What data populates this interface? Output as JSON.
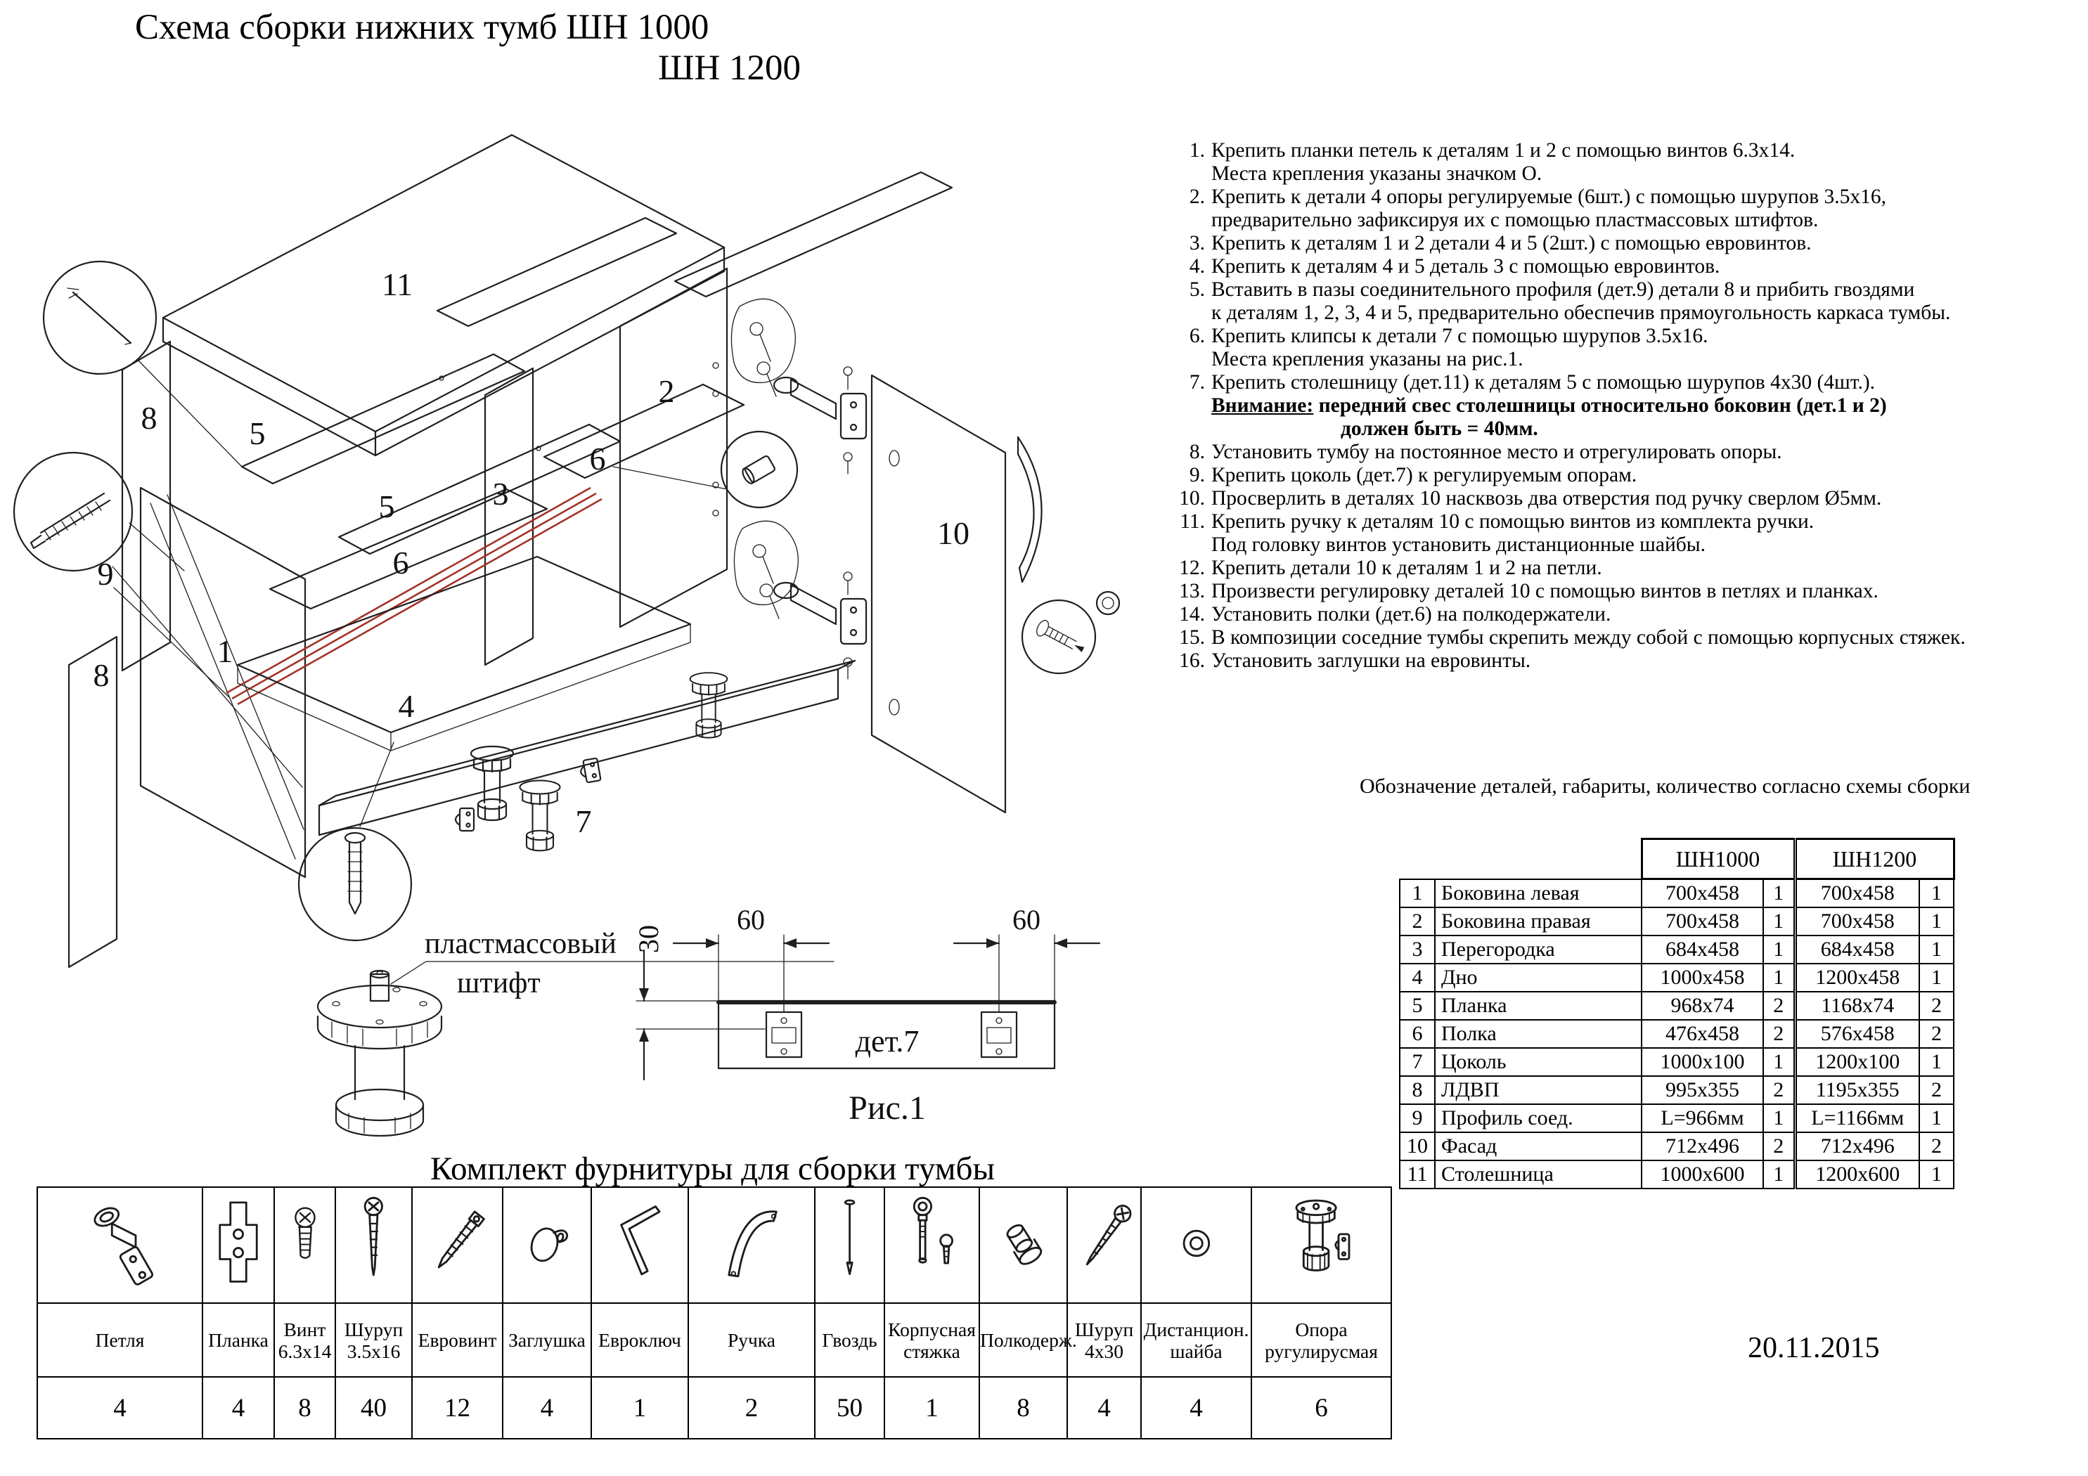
{
  "title": {
    "line1": "Схема сборки нижних тумб ШН 1000",
    "line2": "ШН 1200"
  },
  "date": "20.11.2015",
  "instructions": [
    {
      "num": "1.",
      "lines": [
        "Крепить планки петель к деталям 1 и 2 с помощью винтов 6.3х14.",
        "Места крепления указаны значком О."
      ]
    },
    {
      "num": "2.",
      "lines": [
        "Крепить к детали 4 опоры регулируемые (6шт.) с помощью шурупов 3.5х16,",
        "предварительно зафиксируя их с помощью пластмассовых штифтов."
      ]
    },
    {
      "num": "3.",
      "lines": [
        "Крепить к деталям 1 и 2 детали 4 и 5 (2шт.) с помощью евровинтов."
      ]
    },
    {
      "num": "4.",
      "lines": [
        "Крепить к деталям 4 и 5 деталь 3 с помощью евровинтов."
      ]
    },
    {
      "num": "5.",
      "lines": [
        "Вставить в пазы соединительного профиля (дет.9) детали 8 и прибить гвоздями",
        "к деталям 1, 2, 3, 4 и 5, предварительно обеспечив прямоугольность каркаса тумбы."
      ]
    },
    {
      "num": "6.",
      "lines": [
        "Крепить клипсы к детали 7 с помощью шурупов 3.5х16.",
        "Места крепления указаны на рис.1."
      ]
    },
    {
      "num": "7.",
      "lines": [
        "Крепить столешницу (дет.11) к деталям 5 с помощью шурупов 4х30 (4шт.)."
      ],
      "warn": {
        "label": "Внимание:",
        "rest": " передний свес столешницы относительно боковин (дет.1 и 2)",
        "line2": "должен быть = 40мм."
      }
    },
    {
      "num": "8.",
      "lines": [
        "Установить тумбу на постоянное место и отрегулировать опоры."
      ]
    },
    {
      "num": "9.",
      "lines": [
        "Крепить цоколь (дет.7) к регулируемым опорам."
      ]
    },
    {
      "num": "10.",
      "lines": [
        "Просверлить в деталях 10 насквозь два отверстия под ручку сверлом Ø5мм."
      ]
    },
    {
      "num": "11.",
      "lines": [
        "Крепить ручку к деталям 10 с помощью винтов из комплекта ручки.",
        "Под головку винтов установить дистанционные шайбы."
      ]
    },
    {
      "num": "12.",
      "lines": [
        "Крепить детали 10 к деталям 1 и 2 на петли."
      ]
    },
    {
      "num": "13.",
      "lines": [
        "Произвести регулировку деталей 10 с помощью винтов в петлях и планках."
      ]
    },
    {
      "num": "14.",
      "lines": [
        "Установить полки (дет.6) на полкодержатели."
      ]
    },
    {
      "num": "15.",
      "lines": [
        "В композиции соседние тумбы скрепить между собой с помощью корпусных  стяжек."
      ]
    },
    {
      "num": "16.",
      "lines": [
        "Установить заглушки на евровинты."
      ]
    }
  ],
  "parts_table": {
    "caption": "Обозначение деталей, габариты, количество согласно схемы сборки",
    "col_headers": [
      "ШН1000",
      "ШН1200"
    ],
    "rows": [
      {
        "num": "1",
        "name": "Боковина левая",
        "size1": "700х458",
        "qty1": "1",
        "size2": "700х458",
        "qty2": "1"
      },
      {
        "num": "2",
        "name": "Боковина правая",
        "size1": "700х458",
        "qty1": "1",
        "size2": "700х458",
        "qty2": "1"
      },
      {
        "num": "3",
        "name": "Перегородка",
        "size1": "684х458",
        "qty1": "1",
        "size2": "684х458",
        "qty2": "1"
      },
      {
        "num": "4",
        "name": "Дно",
        "size1": "1000х458",
        "qty1": "1",
        "size2": "1200х458",
        "qty2": "1"
      },
      {
        "num": "5",
        "name": "Планка",
        "size1": "968х74",
        "qty1": "2",
        "size2": "1168х74",
        "qty2": "2"
      },
      {
        "num": "6",
        "name": "Полка",
        "size1": "476х458",
        "qty1": "2",
        "size2": "576х458",
        "qty2": "2"
      },
      {
        "num": "7",
        "name": "Цоколь",
        "size1": "1000х100",
        "qty1": "1",
        "size2": "1200х100",
        "qty2": "1"
      },
      {
        "num": "8",
        "name": "ЛДВП",
        "size1": "995х355",
        "qty1": "2",
        "size2": "1195х355",
        "qty2": "2"
      },
      {
        "num": "9",
        "name": "Профиль соед.",
        "size1": "L=966мм",
        "qty1": "1",
        "size2": "L=1166мм",
        "qty2": "1"
      },
      {
        "num": "10",
        "name": "Фасад",
        "size1": "712х496",
        "qty1": "2",
        "size2": "712х496",
        "qty2": "2"
      },
      {
        "num": "11",
        "name": "Столешница",
        "size1": "1000х600",
        "qty1": "1",
        "size2": "1200х600",
        "qty2": "1"
      }
    ]
  },
  "figure": {
    "dim_height": "30",
    "dim_left": "60",
    "dim_right": "60",
    "part": "дет.7",
    "caption": "Рис.1"
  },
  "diagram": {
    "accent_color": "#a33327",
    "pin_label_line1": "пластмассовый",
    "pin_label_line2": "штифт",
    "labels": [
      {
        "n": "11"
      },
      {
        "n": "2"
      },
      {
        "n": "8"
      },
      {
        "n": "5"
      },
      {
        "n": "3"
      },
      {
        "n": "6"
      },
      {
        "n": "5"
      },
      {
        "n": "6"
      },
      {
        "n": "9"
      },
      {
        "n": "1"
      },
      {
        "n": "8"
      },
      {
        "n": "4"
      },
      {
        "n": "7"
      },
      {
        "n": "10"
      }
    ]
  },
  "kit": {
    "title": "Комплект фурнитуры для сборки тумбы",
    "items": [
      {
        "name": "Петля",
        "qty": "4",
        "icon": "hinge"
      },
      {
        "name": "Планка",
        "qty": "4",
        "icon": "plate"
      },
      {
        "name": "Винт 6.3х14",
        "qty": "8",
        "icon": "vint"
      },
      {
        "name": "Шуруп 3.5х16",
        "qty": "40",
        "icon": "shurup"
      },
      {
        "name": "Евровинт",
        "qty": "12",
        "icon": "evrovint"
      },
      {
        "name": "Заглушка",
        "qty": "4",
        "icon": "zaglushka"
      },
      {
        "name": "Евроключ",
        "qty": "1",
        "icon": "evroklyuch"
      },
      {
        "name": "Ручка",
        "qty": "2",
        "icon": "ruchka"
      },
      {
        "name": "Гвоздь",
        "qty": "50",
        "icon": "gvozd"
      },
      {
        "name": "Корпусная стяжка",
        "qty": "1",
        "icon": "styazhka"
      },
      {
        "name": "Полкодерж.",
        "qty": "8",
        "icon": "polkoderzh"
      },
      {
        "name": "Шуруп 4х30",
        "qty": "4",
        "icon": "shurup430"
      },
      {
        "name": "Дистанцион. шайба",
        "qty": "4",
        "icon": "shayba"
      },
      {
        "name": "Опора ругулирусмая",
        "qty": "6",
        "icon": "opora"
      }
    ]
  }
}
